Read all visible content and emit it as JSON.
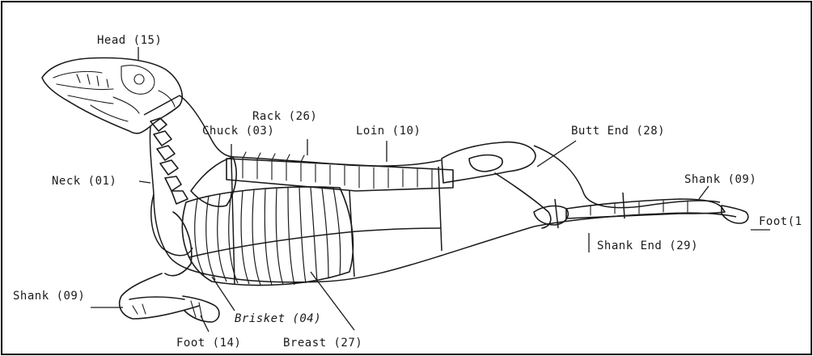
{
  "labels": {
    "head": "Head (15)",
    "rack": "Rack (26)",
    "chuck": "Chuck (03)",
    "loin": "Loin (10)",
    "butt_end": "Butt End (28)",
    "neck": "Neck (01)",
    "shank_hind": "Shank (09)",
    "foot_hind": "Foot(1",
    "shank_end": "Shank End (29)",
    "shank_fore": "Shank (09)",
    "brisket": "Brisket (04)",
    "foot_fore": "Foot (14)",
    "breast": "Breast (27)"
  },
  "colors": {
    "ink": "#1a1a1a",
    "paper": "#ffffff",
    "frame": "#000000"
  }
}
